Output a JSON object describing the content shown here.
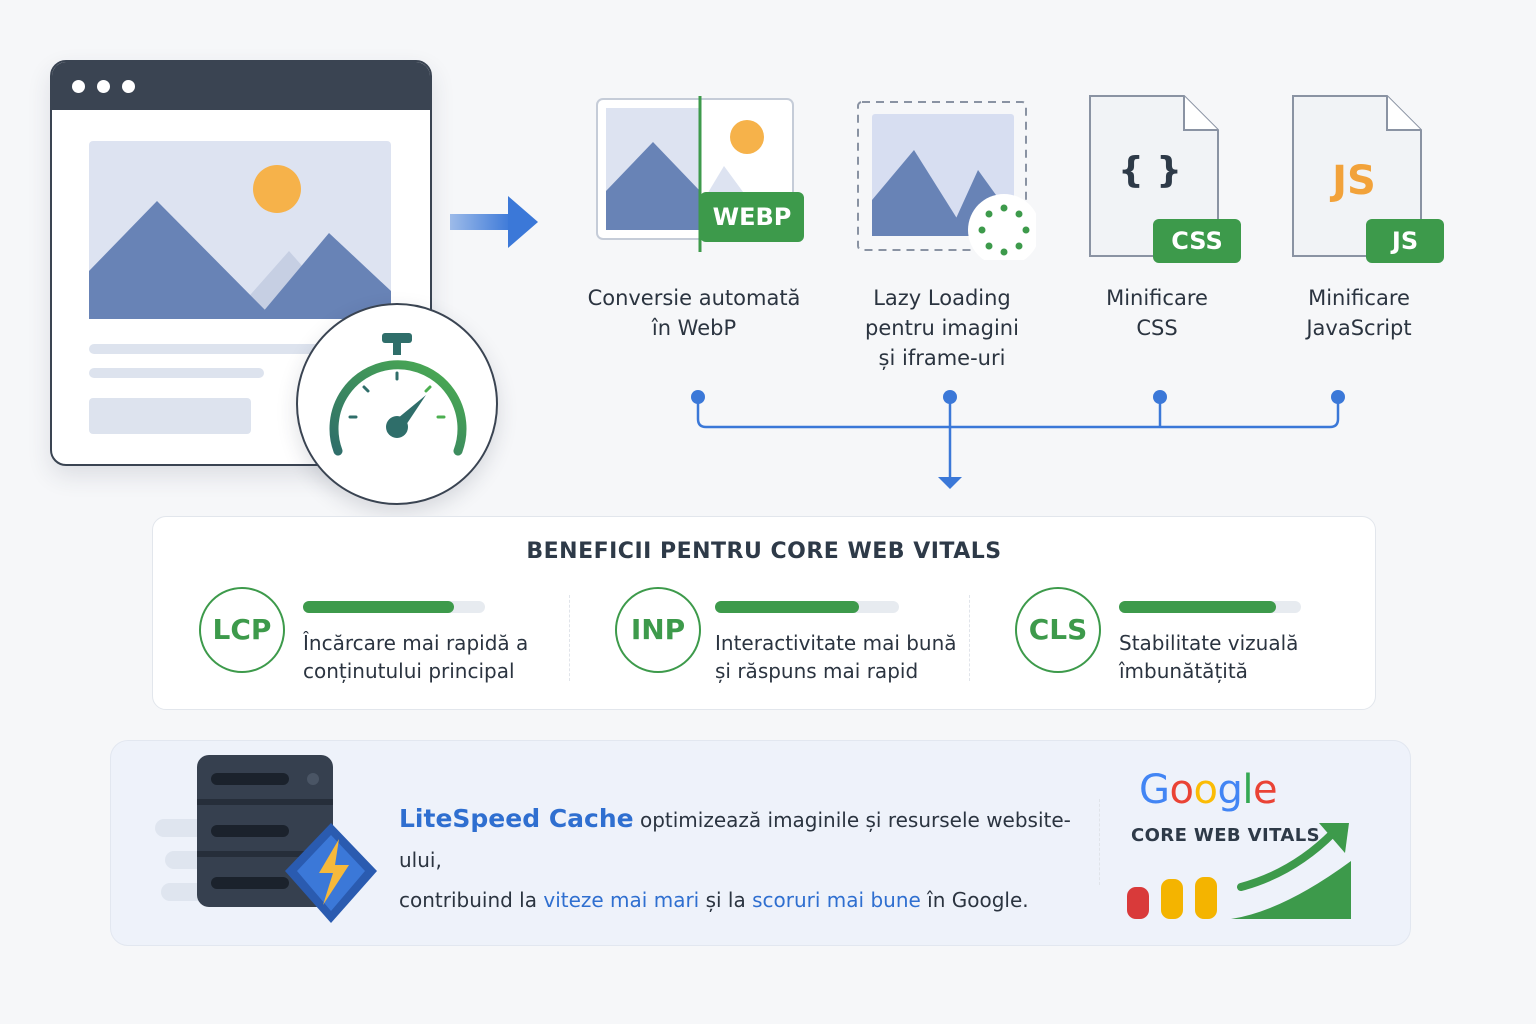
{
  "features": [
    {
      "label_line1": "Conversie automată",
      "label_line2": "în WebP",
      "badge": "WEBP"
    },
    {
      "label_line1": "Lazy Loading",
      "label_line2": "pentru imagini",
      "label_line3": "și iframe-uri"
    },
    {
      "label_line1": "Minificare",
      "label_line2": "CSS",
      "glyph": "{ }",
      "badge": "CSS"
    },
    {
      "label_line1": "Minificare",
      "label_line2": "JavaScript",
      "glyph": "JS",
      "badge": "JS"
    }
  ],
  "benefits": {
    "title": "BENEFICII PENTRU CORE WEB VITALS",
    "metrics": [
      {
        "code": "LCP",
        "line1": "Încărcare mai rapidă a",
        "line2": "conținutului principal",
        "score": 0.83
      },
      {
        "code": "INP",
        "line1": "Interactivitate mai bună",
        "line2": "și răspuns mai rapid",
        "score": 0.78
      },
      {
        "code": "CLS",
        "line1": "Stabilitate vizuală",
        "line2": "îmbunătățită",
        "score": 0.86
      }
    ]
  },
  "promo": {
    "brand": "LiteSpeed Cache",
    "text1": " optimizează imaginile și resursele website-ului,",
    "text2a": "contribuind la ",
    "hl1": "viteze mai mari",
    "text2b": " și la ",
    "hl2": "scoruri mai bune",
    "text2c": " în Google."
  },
  "google": {
    "letters": [
      "G",
      "o",
      "o",
      "g",
      "l",
      "e"
    ],
    "colors": [
      "#4285F4",
      "#EA4335",
      "#FBBC05",
      "#4285F4",
      "#34A853",
      "#EA4335"
    ],
    "label": "CORE WEB VITALS"
  },
  "colors": {
    "accent_green": "#3d9a4b",
    "accent_blue": "#3b78d8",
    "dark": "#3a4452"
  }
}
